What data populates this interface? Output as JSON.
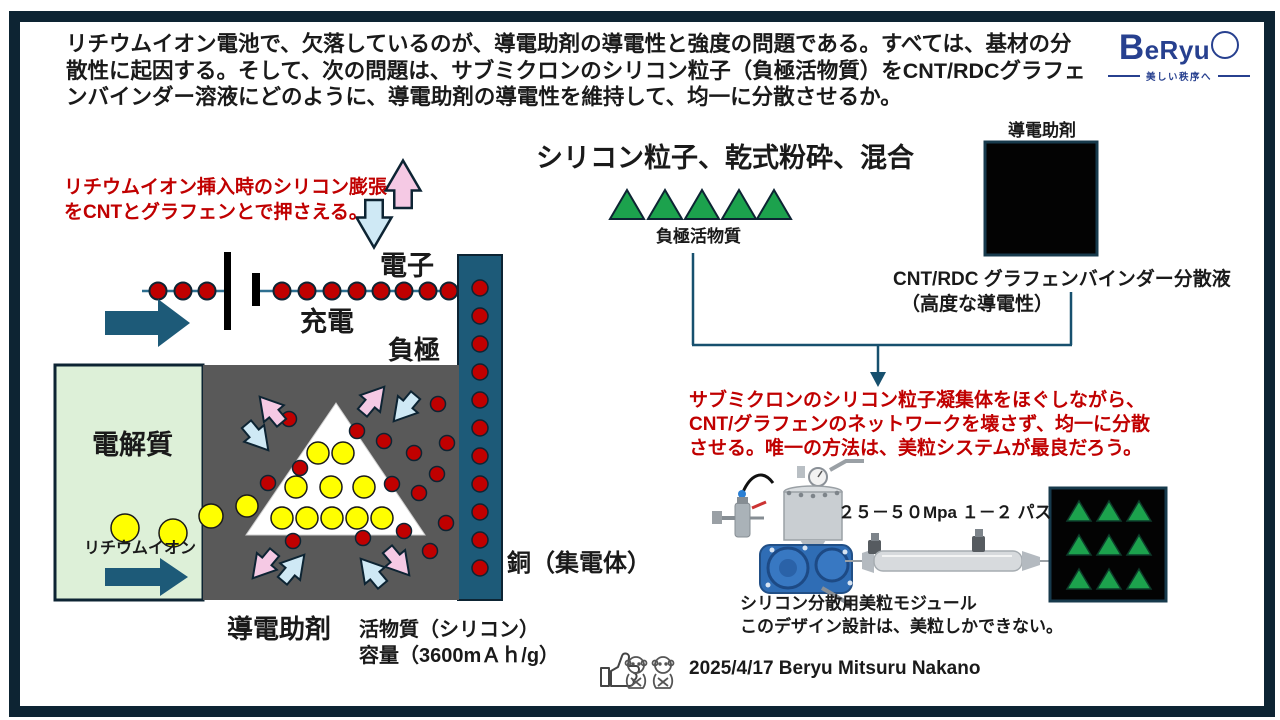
{
  "intro": {
    "lines": [
      "リチウムイオン電池で、欠落しているのが、導電助剤の導電性と強度の問題である。すべては、基材の分",
      "散性に起因する。そして、次の問題は、サブミクロンのシリコン粒子（負極活物質）をCNT/RDCグラフェ",
      "ンバインダー溶液にどのように、導電助剤の導電性を維持して、均一に分散させるか。"
    ]
  },
  "logo": {
    "word_b": "B",
    "word_rest": "eRyu",
    "tagline": "美しい秩序へ"
  },
  "battery": {
    "expansion_note_line1": "リチウムイオン挿入時のシリコン膨張",
    "expansion_note_line2": "をCNTとグラフェンとで押さえる。",
    "electron_label": "電子",
    "charge_label": "充電",
    "anode_label": "負極",
    "electrolyte_label": "電解質",
    "lithium_ion_label": "リチウムイオン",
    "copper_label": "銅（集電体）",
    "conductive_additive_label": "導電助剤",
    "active_material_line1": "活物質（シリコン）",
    "active_material_line2": "容量（3600mＡｈ/g）"
  },
  "process": {
    "title": "シリコン粒子、乾式粉砕、混合",
    "anode_material_label": "負極活物質",
    "additive_label": "導電助剤",
    "binder_line1": "CNT/RDC グラフェンバインダー分散液",
    "binder_line2": "（高度な導電性）",
    "dispersion_note_lines": [
      "サブミクロンのシリコン粒子凝集体をほぐしながら、",
      "CNT/グラフェンのネットワークを壊さず、均一に分散",
      "させる。唯一の方法は、美粒システムが最良だろう。"
    ],
    "pressure_label": "２５－５０Mpa １－２ パス",
    "module_line1": "シリコン分散用美粒モジュール",
    "module_line2": "このデザイン設計は、美粒しかできない。"
  },
  "footer": {
    "credit": "2025/4/17 Beryu Mitsuru Nakano"
  },
  "colors": {
    "frame_navy": "#0d2433",
    "teal": "#1d5a78",
    "light_green": "#ddf0d8",
    "gray_electrode": "#595959",
    "red_dot": "#c00000",
    "yellow_ion": "#ffff00",
    "green_triangle": "#1ca24d",
    "pink_arrow": "#f5c9e4",
    "blue_arrow": "#cfe9f5",
    "logo_navy": "#27408f"
  }
}
